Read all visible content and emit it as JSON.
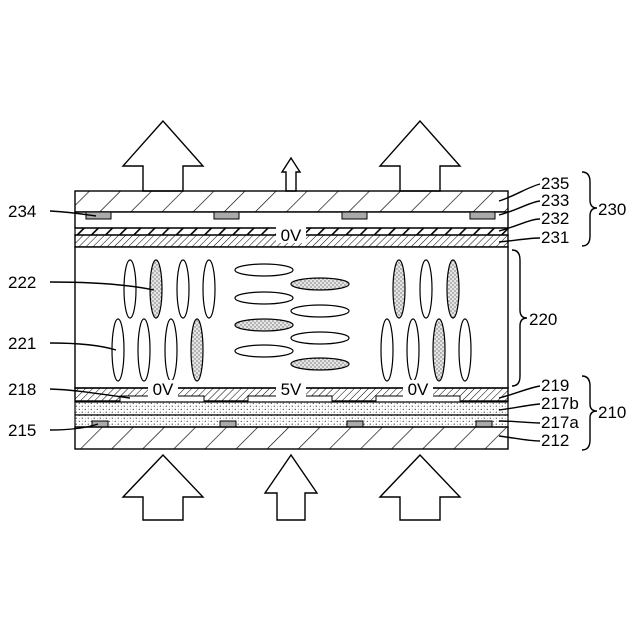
{
  "figure": {
    "labels": {
      "l234": "234",
      "l222": "222",
      "l221": "221",
      "l218": "218",
      "l215": "215",
      "l235": "235",
      "l233": "233",
      "l232": "232",
      "l231": "231",
      "l230": "230",
      "l220": "220",
      "l219": "219",
      "l217b": "217b",
      "l217a": "217a",
      "l212": "212",
      "l210": "210"
    },
    "voltages": {
      "top": "0V",
      "left": "0V",
      "center": "5V",
      "right": "0V"
    }
  }
}
